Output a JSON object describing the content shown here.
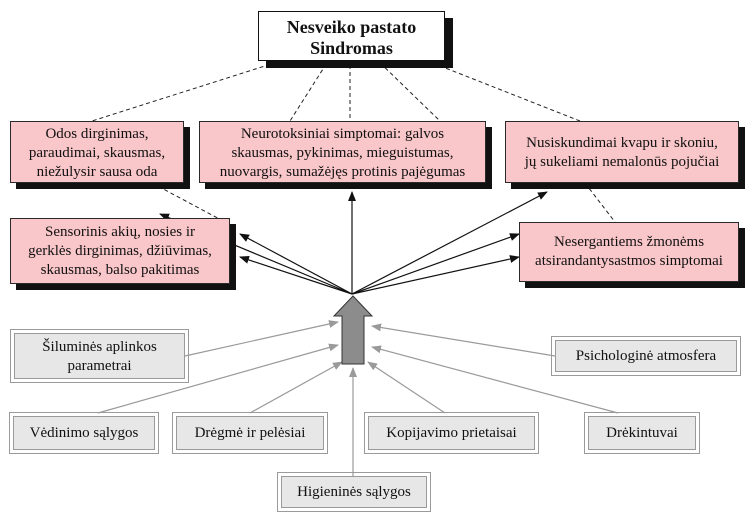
{
  "title": {
    "line1": "Nesveiko pastato",
    "line2": "Sindromas"
  },
  "symptoms": {
    "skin": [
      "Odos dirginimas,",
      "paraudimai, skausmas,",
      "niežulysir sausa oda"
    ],
    "neuro": [
      "Neurotoksiniai simptomai: galvos",
      "skausmas, pykinimas, mieguistumas,",
      "nuovargis, sumažėjęs protinis pajėgumas"
    ],
    "smell": [
      "Nusiskundimai kvapu ir skoniu,",
      "jų sukeliami nemalonūs pojučiai"
    ],
    "sensory": [
      "Sensorinis akių, nosies ir",
      "gerklės dirginimas, džiūvimas,",
      "skausmas,  balso pakitimas"
    ],
    "nonspecific": [
      "Nesergantiems žmonėms",
      "atsirandantysastmos simptomai"
    ]
  },
  "factors": {
    "thermal": [
      "Šiluminės aplinkos",
      "parametrai"
    ],
    "psych": "Psichologinė atmosfera",
    "ventilation": "Vėdinimo sąlygos",
    "moisture": "Drėgmė ir pelėsiai",
    "copiers": "Kopijavimo prietaisai",
    "humidifiers": "Drėkintuvai",
    "hygiene": "Higieninės sąlygos"
  },
  "colors": {
    "symptom_fill": "#f9c6c9",
    "factor_fill": "#e7e7e7",
    "shadow": "#111111",
    "big_arrow": "#8c8c8c"
  }
}
